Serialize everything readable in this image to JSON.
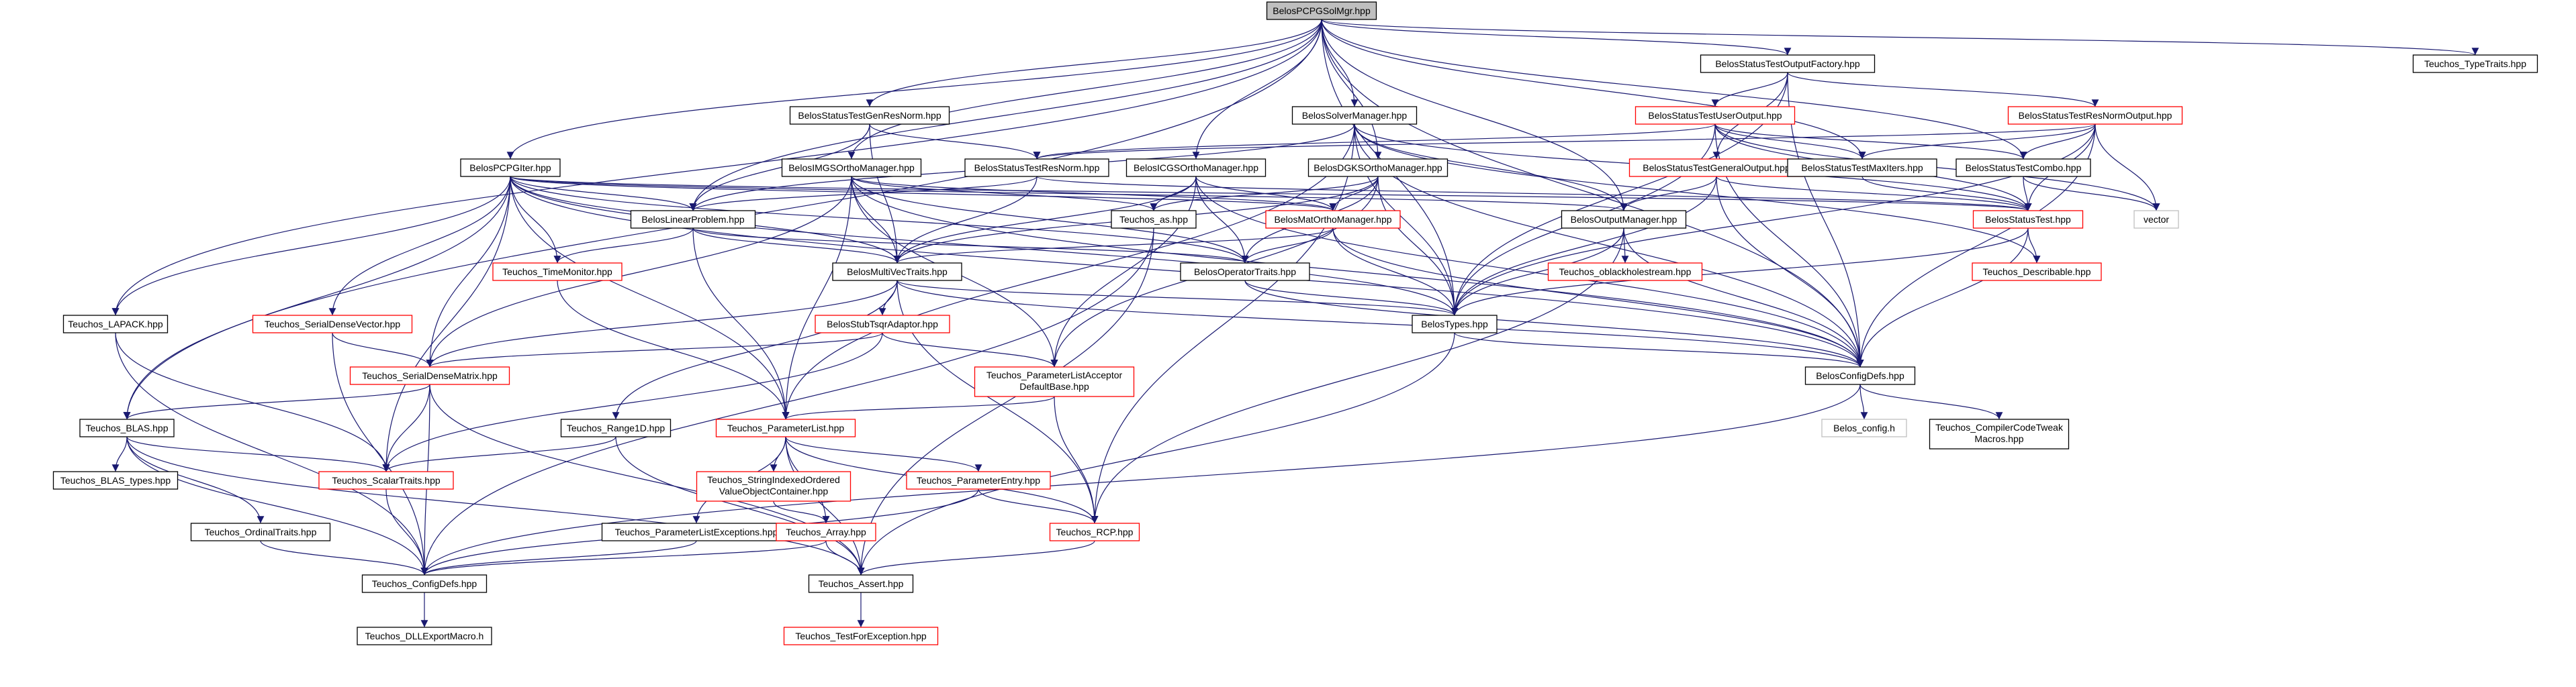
{
  "colors": {
    "edge": "#191970",
    "border_normal": "#000000",
    "border_red": "#ff0000",
    "border_gray": "#bfbfbf",
    "fill_root": "#bfbfbf",
    "fill_normal": "#ffffff"
  },
  "nodes": [
    {
      "id": "root",
      "label": [
        "BelosPCPGSolMgr.hpp"
      ],
      "style": "root"
    },
    {
      "id": "typeTraits",
      "label": [
        "Teuchos_TypeTraits.hpp"
      ],
      "style": "normal"
    },
    {
      "id": "statusOutFactory",
      "label": [
        "BelosStatusTestOutputFactory.hpp"
      ],
      "style": "normal"
    },
    {
      "id": "genResNorm",
      "label": [
        "BelosStatusTestGenResNorm.hpp"
      ],
      "style": "normal"
    },
    {
      "id": "solverMgr",
      "label": [
        "BelosSolverManager.hpp"
      ],
      "style": "normal"
    },
    {
      "id": "userOutput",
      "label": [
        "BelosStatusTestUserOutput.hpp"
      ],
      "style": "red"
    },
    {
      "id": "resNormOutput",
      "label": [
        "BelosStatusTestResNormOutput.hpp"
      ],
      "style": "red"
    },
    {
      "id": "pcpgIter",
      "label": [
        "BelosPCPGIter.hpp"
      ],
      "style": "normal"
    },
    {
      "id": "imgsOrtho",
      "label": [
        "BelosIMGSOrthoManager.hpp"
      ],
      "style": "normal"
    },
    {
      "id": "resNorm",
      "label": [
        "BelosStatusTestResNorm.hpp"
      ],
      "style": "normal"
    },
    {
      "id": "icgsOrtho",
      "label": [
        "BelosICGSOrthoManager.hpp"
      ],
      "style": "normal"
    },
    {
      "id": "dgksOrtho",
      "label": [
        "BelosDGKSOrthoManager.hpp"
      ],
      "style": "normal"
    },
    {
      "id": "generalOutput",
      "label": [
        "BelosStatusTestGeneralOutput.hpp"
      ],
      "style": "red"
    },
    {
      "id": "maxIters",
      "label": [
        "BelosStatusTestMaxIters.hpp"
      ],
      "style": "normal"
    },
    {
      "id": "combo",
      "label": [
        "BelosStatusTestCombo.hpp"
      ],
      "style": "normal"
    },
    {
      "id": "linearProblem",
      "label": [
        "BelosLinearProblem.hpp"
      ],
      "style": "normal"
    },
    {
      "id": "teuchosAs",
      "label": [
        "Teuchos_as.hpp"
      ],
      "style": "normal"
    },
    {
      "id": "matOrtho",
      "label": [
        "BelosMatOrthoManager.hpp"
      ],
      "style": "red"
    },
    {
      "id": "outputMgr",
      "label": [
        "BelosOutputManager.hpp"
      ],
      "style": "normal"
    },
    {
      "id": "statusTest",
      "label": [
        "BelosStatusTest.hpp"
      ],
      "style": "red"
    },
    {
      "id": "vector",
      "label": [
        "vector"
      ],
      "style": "gray"
    },
    {
      "id": "timeMonitor",
      "label": [
        "Teuchos_TimeMonitor.hpp"
      ],
      "style": "red"
    },
    {
      "id": "multiVecTraits",
      "label": [
        "BelosMultiVecTraits.hpp"
      ],
      "style": "normal"
    },
    {
      "id": "operatorTraits",
      "label": [
        "BelosOperatorTraits.hpp"
      ],
      "style": "normal"
    },
    {
      "id": "oblackhole",
      "label": [
        "Teuchos_oblackholestream.hpp"
      ],
      "style": "red"
    },
    {
      "id": "describable",
      "label": [
        "Teuchos_Describable.hpp"
      ],
      "style": "red"
    },
    {
      "id": "lapack",
      "label": [
        "Teuchos_LAPACK.hpp"
      ],
      "style": "normal"
    },
    {
      "id": "serialDenseVector",
      "label": [
        "Teuchos_SerialDenseVector.hpp"
      ],
      "style": "red"
    },
    {
      "id": "stubTsqr",
      "label": [
        "BelosStubTsqrAdaptor.hpp"
      ],
      "style": "red"
    },
    {
      "id": "belosTypes",
      "label": [
        "BelosTypes.hpp"
      ],
      "style": "normal"
    },
    {
      "id": "serialDenseMatrix",
      "label": [
        "Teuchos_SerialDenseMatrix.hpp"
      ],
      "style": "red"
    },
    {
      "id": "paramListAcceptor",
      "label": [
        "Teuchos_ParameterListAcceptor",
        "DefaultBase.hpp"
      ],
      "style": "red"
    },
    {
      "id": "configDefs",
      "label": [
        "BelosConfigDefs.hpp"
      ],
      "style": "normal"
    },
    {
      "id": "blas",
      "label": [
        "Teuchos_BLAS.hpp"
      ],
      "style": "normal"
    },
    {
      "id": "range1d",
      "label": [
        "Teuchos_Range1D.hpp"
      ],
      "style": "normal"
    },
    {
      "id": "paramList",
      "label": [
        "Teuchos_ParameterList.hpp"
      ],
      "style": "red"
    },
    {
      "id": "belosConfigH",
      "label": [
        "Belos_config.h"
      ],
      "style": "gray"
    },
    {
      "id": "compilerTweak",
      "label": [
        "Teuchos_CompilerCodeTweak",
        "Macros.hpp"
      ],
      "style": "normal"
    },
    {
      "id": "stringIndexed",
      "label": [
        "Teuchos_StringIndexedOrdered",
        "ValueObjectContainer.hpp"
      ],
      "style": "red"
    },
    {
      "id": "blasTypes",
      "label": [
        "Teuchos_BLAS_types.hpp"
      ],
      "style": "normal"
    },
    {
      "id": "scalarTraits",
      "label": [
        "Teuchos_ScalarTraits.hpp"
      ],
      "style": "red"
    },
    {
      "id": "paramEntry",
      "label": [
        "Teuchos_ParameterEntry.hpp"
      ],
      "style": "red"
    },
    {
      "id": "ordinalTraits",
      "label": [
        "Teuchos_OrdinalTraits.hpp"
      ],
      "style": "normal"
    },
    {
      "id": "paramListExc",
      "label": [
        "Teuchos_ParameterListExceptions.hpp"
      ],
      "style": "normal"
    },
    {
      "id": "teuchosArray",
      "label": [
        "Teuchos_Array.hpp"
      ],
      "style": "red"
    },
    {
      "id": "rcp",
      "label": [
        "Teuchos_RCP.hpp"
      ],
      "style": "red"
    },
    {
      "id": "teuchosConfigDefs",
      "label": [
        "Teuchos_ConfigDefs.hpp"
      ],
      "style": "normal"
    },
    {
      "id": "assert",
      "label": [
        "Teuchos_Assert.hpp"
      ],
      "style": "normal"
    },
    {
      "id": "dllExport",
      "label": [
        "Teuchos_DLLExportMacro.h"
      ],
      "style": "normal"
    },
    {
      "id": "testForException",
      "label": [
        "Teuchos_TestForException.hpp"
      ],
      "style": "red"
    }
  ],
  "edges": [
    [
      "root",
      "typeTraits"
    ],
    [
      "root",
      "statusOutFactory"
    ],
    [
      "root",
      "genResNorm"
    ],
    [
      "root",
      "solverMgr"
    ],
    [
      "root",
      "pcpgIter"
    ],
    [
      "root",
      "imgsOrtho"
    ],
    [
      "root",
      "icgsOrtho"
    ],
    [
      "root",
      "dgksOrtho"
    ],
    [
      "root",
      "combo"
    ],
    [
      "root",
      "maxIters"
    ],
    [
      "root",
      "outputMgr"
    ],
    [
      "root",
      "belosTypes"
    ],
    [
      "root",
      "configDefs"
    ],
    [
      "root",
      "blas"
    ],
    [
      "root",
      "lapack"
    ],
    [
      "root",
      "linearProblem"
    ],
    [
      "statusOutFactory",
      "userOutput"
    ],
    [
      "statusOutFactory",
      "resNormOutput"
    ],
    [
      "statusOutFactory",
      "generalOutput"
    ],
    [
      "statusOutFactory",
      "belosTypes"
    ],
    [
      "statusOutFactory",
      "configDefs"
    ],
    [
      "genResNorm",
      "resNorm"
    ],
    [
      "genResNorm",
      "linearProblem"
    ],
    [
      "genResNorm",
      "multiVecTraits"
    ],
    [
      "solverMgr",
      "linearProblem"
    ],
    [
      "solverMgr",
      "statusTest"
    ],
    [
      "solverMgr",
      "outputMgr"
    ],
    [
      "solverMgr",
      "belosTypes"
    ],
    [
      "solverMgr",
      "paramList"
    ],
    [
      "solverMgr",
      "rcp"
    ],
    [
      "solverMgr",
      "describable"
    ],
    [
      "solverMgr",
      "configDefs"
    ],
    [
      "userOutput",
      "resNorm"
    ],
    [
      "userOutput",
      "maxIters"
    ],
    [
      "userOutput",
      "combo"
    ],
    [
      "userOutput",
      "statusTest"
    ],
    [
      "userOutput",
      "belosTypes"
    ],
    [
      "userOutput",
      "vector"
    ],
    [
      "userOutput",
      "configDefs"
    ],
    [
      "resNormOutput",
      "resNorm"
    ],
    [
      "resNormOutput",
      "maxIters"
    ],
    [
      "resNormOutput",
      "combo"
    ],
    [
      "resNormOutput",
      "statusTest"
    ],
    [
      "resNormOutput",
      "vector"
    ],
    [
      "resNormOutput",
      "belosTypes"
    ],
    [
      "resNormOutput",
      "configDefs"
    ],
    [
      "pcpgIter",
      "linearProblem"
    ],
    [
      "pcpgIter",
      "matOrtho"
    ],
    [
      "pcpgIter",
      "outputMgr"
    ],
    [
      "pcpgIter",
      "statusTest"
    ],
    [
      "pcpgIter",
      "operatorTraits"
    ],
    [
      "pcpgIter",
      "multiVecTraits"
    ],
    [
      "pcpgIter",
      "belosTypes"
    ],
    [
      "pcpgIter",
      "configDefs"
    ],
    [
      "pcpgIter",
      "serialDenseMatrix"
    ],
    [
      "pcpgIter",
      "serialDenseVector"
    ],
    [
      "pcpgIter",
      "lapack"
    ],
    [
      "pcpgIter",
      "blas"
    ],
    [
      "pcpgIter",
      "scalarTraits"
    ],
    [
      "pcpgIter",
      "paramList"
    ],
    [
      "pcpgIter",
      "timeMonitor"
    ],
    [
      "imgsOrtho",
      "matOrtho"
    ],
    [
      "imgsOrtho",
      "multiVecTraits"
    ],
    [
      "imgsOrtho",
      "operatorTraits"
    ],
    [
      "imgsOrtho",
      "paramList"
    ],
    [
      "imgsOrtho",
      "paramListAcceptor"
    ],
    [
      "imgsOrtho",
      "teuchosAs"
    ],
    [
      "imgsOrtho",
      "serialDenseMatrix"
    ],
    [
      "imgsOrtho",
      "configDefs"
    ],
    [
      "resNorm",
      "statusTest"
    ],
    [
      "resNorm",
      "linearProblem"
    ],
    [
      "resNorm",
      "multiVecTraits"
    ],
    [
      "icgsOrtho",
      "matOrtho"
    ],
    [
      "icgsOrtho",
      "multiVecTraits"
    ],
    [
      "icgsOrtho",
      "operatorTraits"
    ],
    [
      "icgsOrtho",
      "teuchosAs"
    ],
    [
      "icgsOrtho",
      "paramListAcceptor"
    ],
    [
      "icgsOrtho",
      "configDefs"
    ],
    [
      "dgksOrtho",
      "matOrtho"
    ],
    [
      "dgksOrtho",
      "multiVecTraits"
    ],
    [
      "dgksOrtho",
      "operatorTraits"
    ],
    [
      "dgksOrtho",
      "teuchosAs"
    ],
    [
      "dgksOrtho",
      "paramListAcceptor"
    ],
    [
      "dgksOrtho",
      "belosTypes"
    ],
    [
      "generalOutput",
      "statusTest"
    ],
    [
      "generalOutput",
      "outputMgr"
    ],
    [
      "generalOutput",
      "belosTypes"
    ],
    [
      "generalOutput",
      "configDefs"
    ],
    [
      "maxIters",
      "statusTest"
    ],
    [
      "combo",
      "statusTest"
    ],
    [
      "combo",
      "vector"
    ],
    [
      "linearProblem",
      "multiVecTraits"
    ],
    [
      "linearProblem",
      "operatorTraits"
    ],
    [
      "linearProblem",
      "timeMonitor"
    ],
    [
      "linearProblem",
      "paramList"
    ],
    [
      "teuchosAs",
      "teuchosConfigDefs"
    ],
    [
      "teuchosAs",
      "assert"
    ],
    [
      "matOrtho",
      "multiVecTraits"
    ],
    [
      "matOrtho",
      "operatorTraits"
    ],
    [
      "matOrtho",
      "belosTypes"
    ],
    [
      "matOrtho",
      "configDefs"
    ],
    [
      "outputMgr",
      "belosTypes"
    ],
    [
      "outputMgr",
      "oblackhole"
    ],
    [
      "outputMgr",
      "rcp"
    ],
    [
      "outputMgr",
      "configDefs"
    ],
    [
      "statusTest",
      "describable"
    ],
    [
      "statusTest",
      "belosTypes"
    ],
    [
      "statusTest",
      "configDefs"
    ],
    [
      "timeMonitor",
      "paramList"
    ],
    [
      "multiVecTraits",
      "belosTypes"
    ],
    [
      "multiVecTraits",
      "stubTsqr"
    ],
    [
      "multiVecTraits",
      "range1d"
    ],
    [
      "multiVecTraits",
      "serialDenseMatrix"
    ],
    [
      "multiVecTraits",
      "rcp"
    ],
    [
      "multiVecTraits",
      "configDefs"
    ],
    [
      "operatorTraits",
      "belosTypes"
    ],
    [
      "operatorTraits",
      "configDefs"
    ],
    [
      "serialDenseVector",
      "serialDenseMatrix"
    ],
    [
      "serialDenseVector",
      "teuchosConfigDefs"
    ],
    [
      "stubTsqr",
      "serialDenseMatrix"
    ],
    [
      "stubTsqr",
      "paramListAcceptor"
    ],
    [
      "stubTsqr",
      "scalarTraits"
    ],
    [
      "belosTypes",
      "configDefs"
    ],
    [
      "belosTypes",
      "assert"
    ],
    [
      "serialDenseMatrix",
      "blas"
    ],
    [
      "serialDenseMatrix",
      "scalarTraits"
    ],
    [
      "serialDenseMatrix",
      "teuchosConfigDefs"
    ],
    [
      "serialDenseMatrix",
      "assert"
    ],
    [
      "paramListAcceptor",
      "paramList"
    ],
    [
      "paramListAcceptor",
      "rcp"
    ],
    [
      "configDefs",
      "belosConfigH"
    ],
    [
      "configDefs",
      "compilerTweak"
    ],
    [
      "configDefs",
      "teuchosConfigDefs"
    ],
    [
      "lapack",
      "scalarTraits"
    ],
    [
      "lapack",
      "teuchosConfigDefs"
    ],
    [
      "blas",
      "blasTypes"
    ],
    [
      "blas",
      "scalarTraits"
    ],
    [
      "blas",
      "ordinalTraits"
    ],
    [
      "blas",
      "teuchosConfigDefs"
    ],
    [
      "blas",
      "assert"
    ],
    [
      "range1d",
      "scalarTraits"
    ],
    [
      "range1d",
      "assert"
    ],
    [
      "paramList",
      "paramListExc"
    ],
    [
      "paramList",
      "stringIndexed"
    ],
    [
      "paramList",
      "paramEntry"
    ],
    [
      "paramList",
      "teuchosArray"
    ],
    [
      "paramList",
      "rcp"
    ],
    [
      "paramList",
      "assert"
    ],
    [
      "stringIndexed",
      "teuchosArray"
    ],
    [
      "scalarTraits",
      "teuchosConfigDefs"
    ],
    [
      "paramEntry",
      "rcp"
    ],
    [
      "paramEntry",
      "teuchosConfigDefs"
    ],
    [
      "ordinalTraits",
      "teuchosConfigDefs"
    ],
    [
      "paramListExc",
      "teuchosConfigDefs"
    ],
    [
      "teuchosArray",
      "assert"
    ],
    [
      "teuchosArray",
      "teuchosConfigDefs"
    ],
    [
      "rcp",
      "assert"
    ],
    [
      "teuchosConfigDefs",
      "dllExport"
    ],
    [
      "assert",
      "testForException"
    ]
  ]
}
